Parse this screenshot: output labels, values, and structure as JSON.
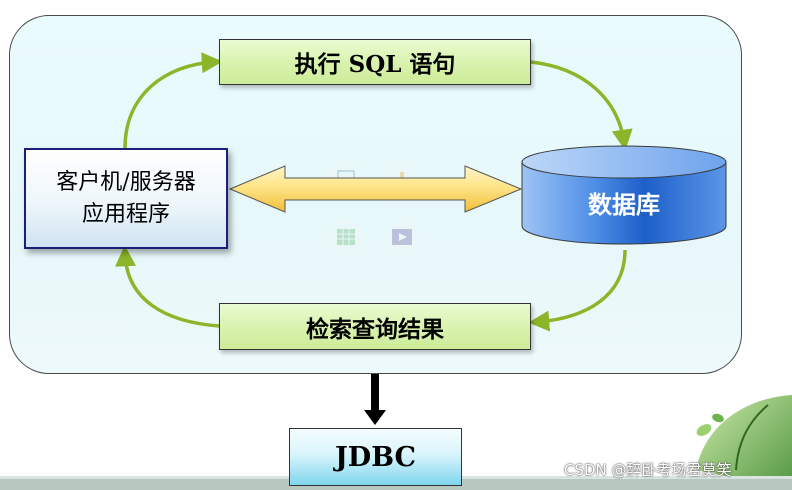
{
  "diagram": {
    "exec_sql_label": "执行 SQL 语句",
    "result_label": "检索查询结果",
    "client_label_line1": "客户机/服务器",
    "client_label_line2": "应用程序",
    "database_label": "数据库",
    "jdbc_label": "JDBC"
  },
  "watermark": {
    "text": "CSDN @醉卧考场君莫笑"
  },
  "colors": {
    "panel_bg": "#e9fafc",
    "green_box": "#d8f2ad",
    "arrow_green": "#8cb52a",
    "db_blue": "#2b6fd6",
    "client_border": "#1b1f7a",
    "jdbc_bottom": "#7fd6ee"
  },
  "icons": [
    "image-icon",
    "bar-chart-icon",
    "spreadsheet-icon",
    "video-icon"
  ]
}
